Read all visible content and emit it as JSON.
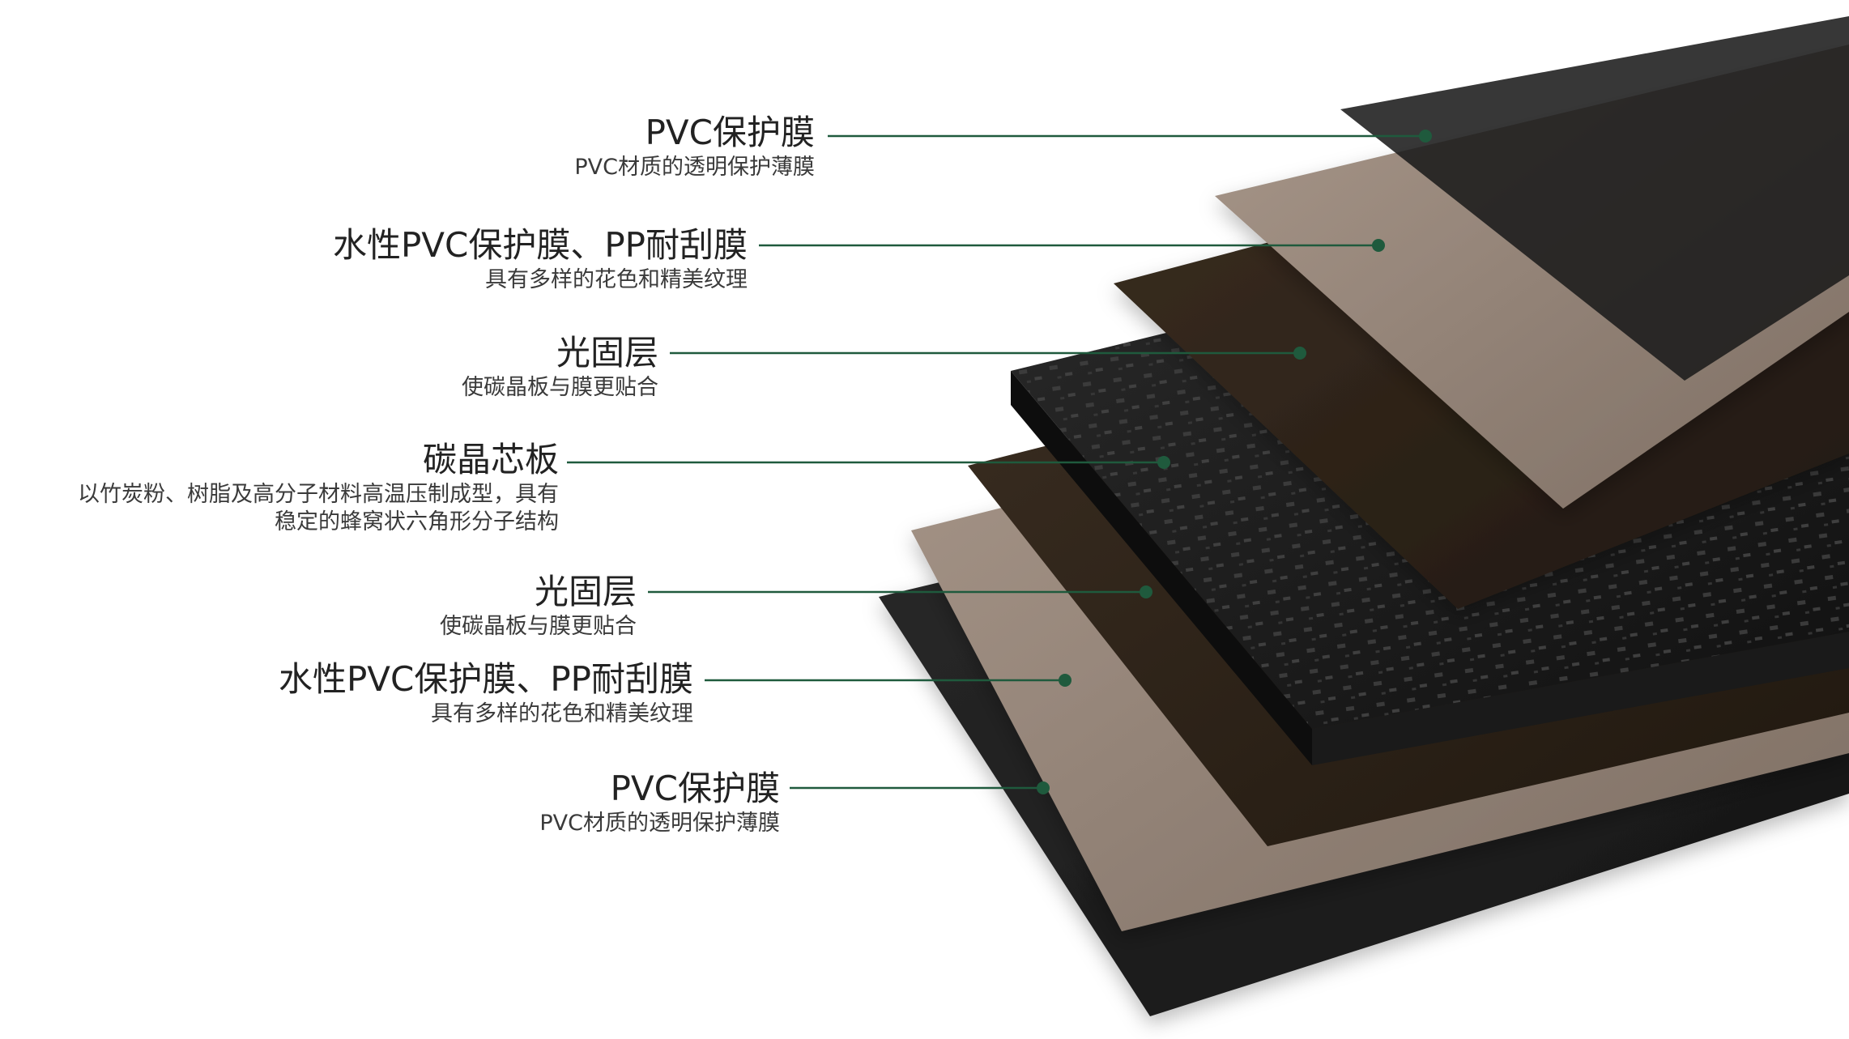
{
  "accent_color": "#1f5a3d",
  "layers": [
    {
      "title": "PVC保护膜",
      "desc": [
        "PVC材质的透明保护薄膜"
      ]
    },
    {
      "title": "水性PVC保护膜、PP耐刮膜",
      "desc": [
        "具有多样的花色和精美纹理"
      ]
    },
    {
      "title": "光固层",
      "desc": [
        "使碳晶板与膜更贴合"
      ]
    },
    {
      "title": "碳晶芯板",
      "desc": [
        "以竹炭粉、树脂及高分子材料高温压制成型，具有",
        "稳定的蜂窝状六角形分子结构"
      ]
    },
    {
      "title": "光固层",
      "desc": [
        "使碳晶板与膜更贴合"
      ]
    },
    {
      "title": "水性PVC保护膜、PP耐刮膜",
      "desc": [
        "具有多样的花色和精美纹理"
      ]
    },
    {
      "title": "PVC保护膜",
      "desc": [
        "PVC材质的透明保护薄膜"
      ]
    }
  ]
}
